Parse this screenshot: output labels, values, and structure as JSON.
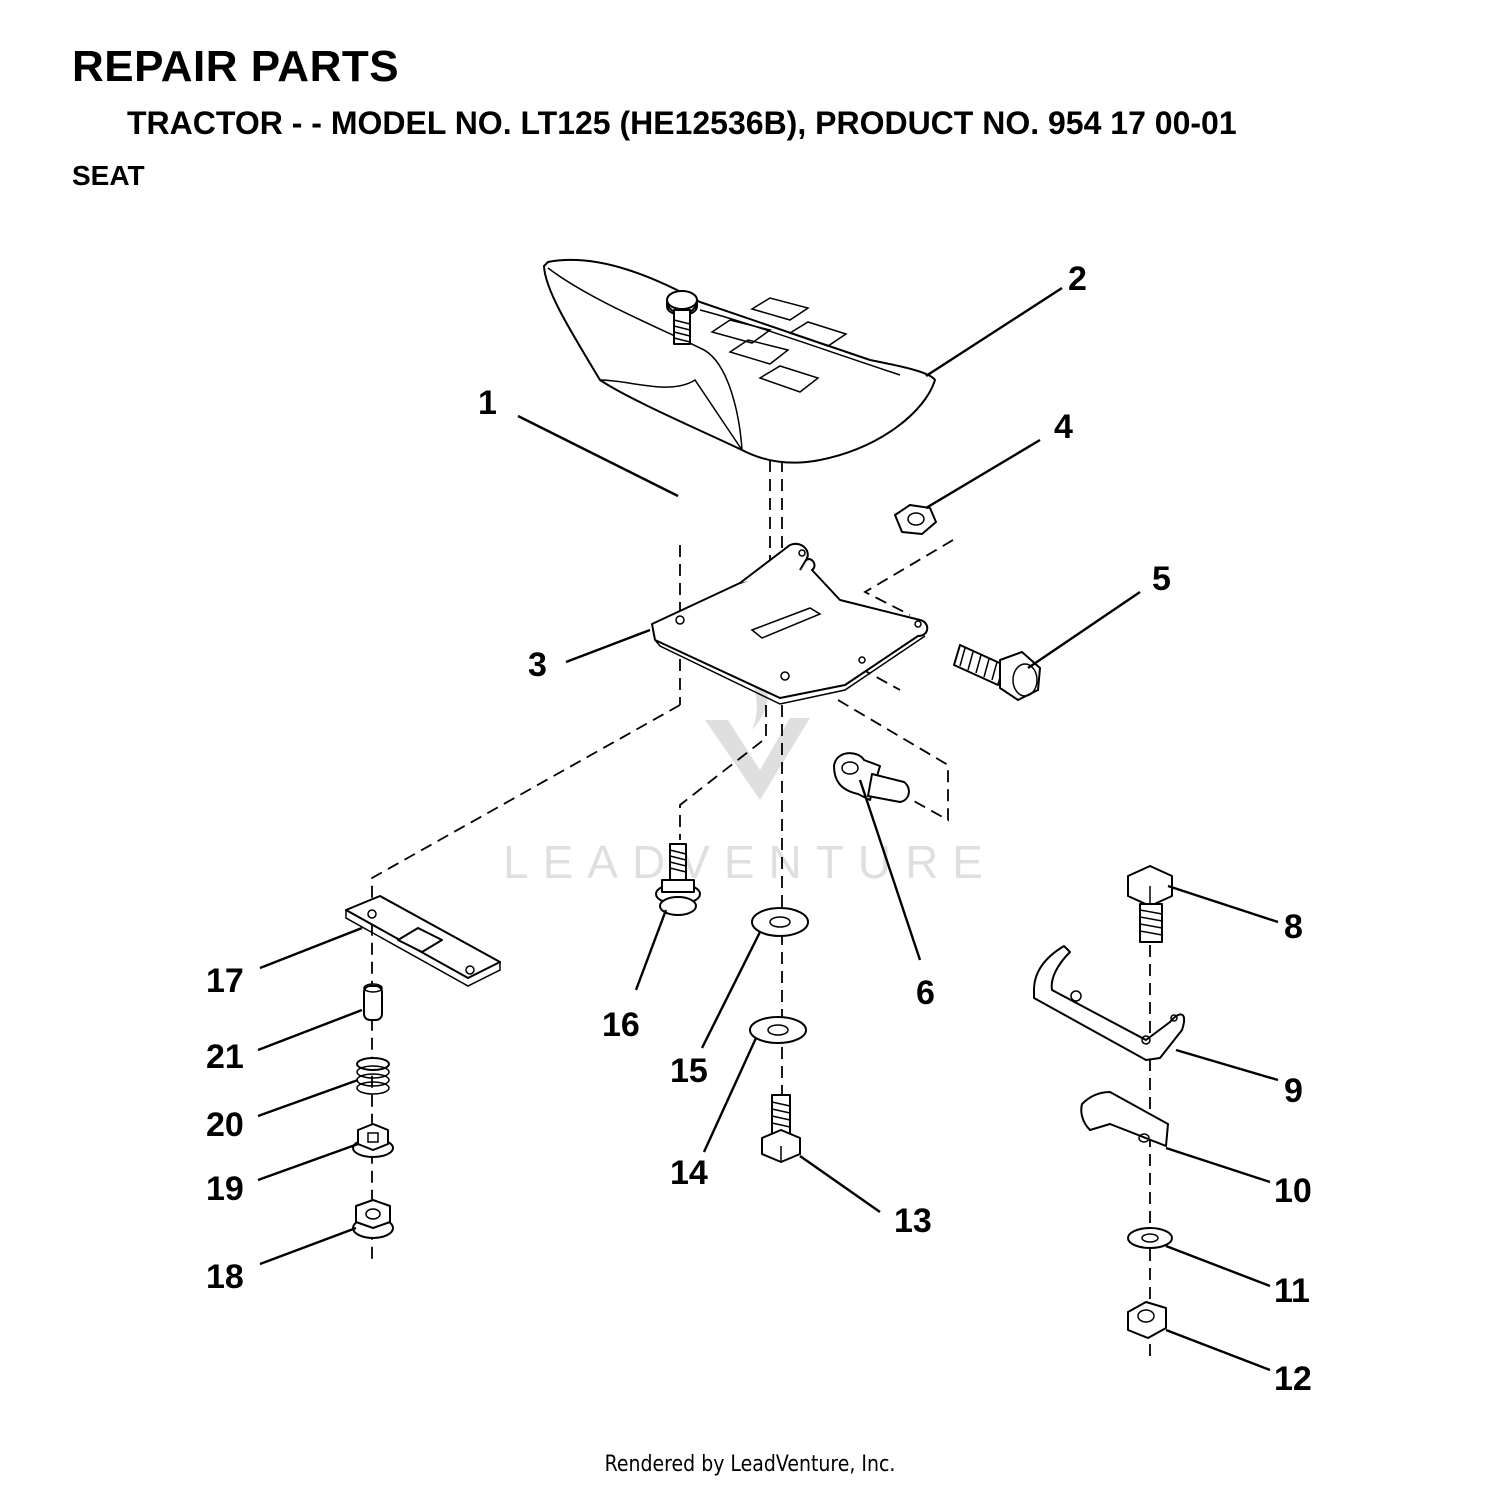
{
  "header": {
    "title": "REPAIR PARTS",
    "subtitle": "TRACTOR - - MODEL NO. LT125 (HE12536B),  PRODUCT NO. 954 17 00-01",
    "section": "SEAT"
  },
  "watermark": "LEADVENTURE",
  "footer": "Rendered by LeadVenture, Inc.",
  "callouts": [
    "1",
    "2",
    "3",
    "4",
    "5",
    "6",
    "8",
    "9",
    "10",
    "11",
    "12",
    "13",
    "14",
    "15",
    "16",
    "17",
    "18",
    "19",
    "20",
    "21"
  ]
}
